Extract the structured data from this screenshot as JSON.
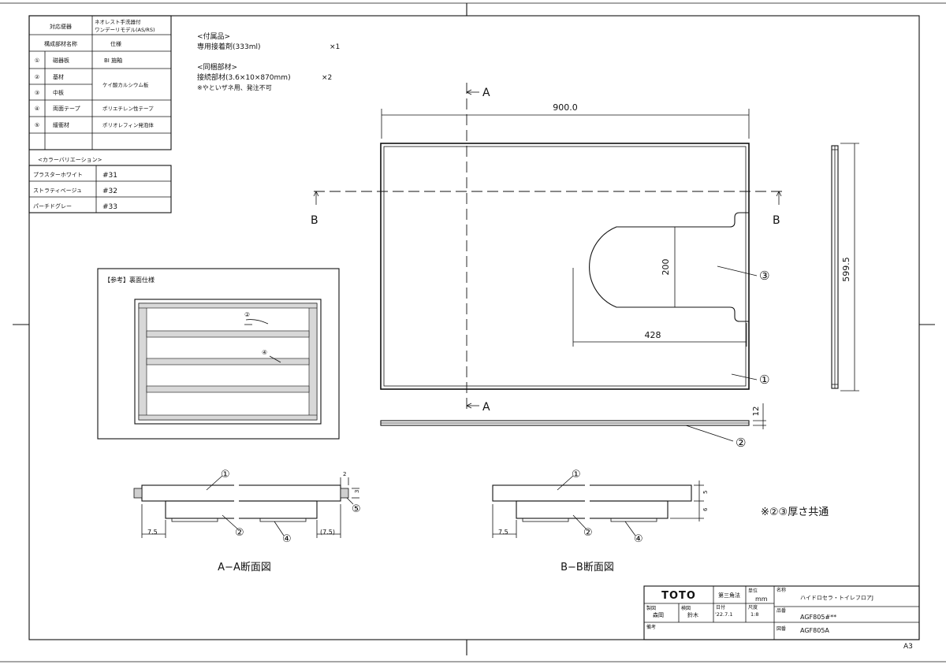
{
  "spec_table": {
    "col1_header": "対応便器",
    "col2_header_line1": "ネオレスト手洗器付",
    "col2_header_line2": "ワンデーリモデル(AS/RS)",
    "col1_row_header": "構成部材名称",
    "col2_row_header": "仕様",
    "rows": [
      {
        "num": "①",
        "name": "磁器板",
        "spec": "BI 施釉"
      },
      {
        "num": "②",
        "name": "基材",
        "spec": "ケイ酸カルシウム板"
      },
      {
        "num": "③",
        "name": "中板",
        "spec": ""
      },
      {
        "num": "④",
        "name": "両面テープ",
        "spec": "ポリエチレン性テープ"
      },
      {
        "num": "⑤",
        "name": "緩衝材",
        "spec": "ポリオレフィン発泡体"
      }
    ]
  },
  "color_variation": {
    "title": "<カラーバリエーション>",
    "items": [
      {
        "name": "プラスターホワイト",
        "code": "#31"
      },
      {
        "name": "ストラティベージュ",
        "code": "#32"
      },
      {
        "name": "パーチドグレー",
        "code": "#33"
      }
    ]
  },
  "notes": {
    "accessory_title": "<付属品>",
    "accessory_item": "専用接着剤(333ml)",
    "accessory_qty": "×1",
    "bundle_title": "<同梱部材>",
    "bundle_item": "接続部材(3.6×10×870mm)",
    "bundle_qty": "×2",
    "bundle_note": "※やといザネ用、発注不可"
  },
  "reference": {
    "title": "【参考】裏面仕様",
    "callout_2": "②",
    "callout_4": "④"
  },
  "plan_view": {
    "dim_width": "900.0",
    "dim_height": "599.5",
    "dim_cutout_h": "200",
    "dim_cutout_w": "428",
    "dim_thickness": "12",
    "section_a": "A",
    "section_b": "B",
    "callout_1": "①",
    "callout_2": "②",
    "callout_3": "③"
  },
  "section_aa": {
    "title": "A−A断面図",
    "dim_left": "7.5",
    "dim_right": "(7.5)",
    "dim_top": "2",
    "dim_side": "3",
    "callout_1": "①",
    "callout_2": "②",
    "callout_4": "④",
    "callout_5": "⑤"
  },
  "section_bb": {
    "title": "B−B断面図",
    "dim_left": "7.5",
    "dim_top": "5",
    "dim_lower": "6",
    "callout_1": "①",
    "callout_2": "②",
    "callout_4": "④"
  },
  "common_note": "※②③厚さ共通",
  "title_block": {
    "logo": "TOTO",
    "projection": "第三角法",
    "unit_label": "単位",
    "unit_value": "mm",
    "name_label": "名称",
    "name_value": "ハイドロセラ・トイレフロアJ",
    "drawn_label": "製図",
    "drawn_value": "森岡",
    "checked_label": "検図",
    "checked_value": "鈴木",
    "date_label": "日付",
    "date_value": "'22.7.1",
    "scale_label": "尺度",
    "scale_value": "1:8",
    "part_label": "品番",
    "part_value": "AGF805#**",
    "remarks_label": "備考",
    "drawing_label": "図番",
    "drawing_value": "AGF805A"
  },
  "sheet_size": "A3"
}
